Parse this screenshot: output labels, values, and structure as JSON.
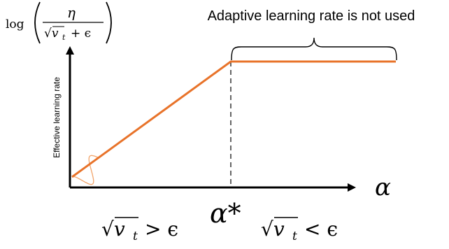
{
  "y_axis_expression": {
    "log": "log",
    "numerator": "η",
    "denominator": "√v",
    "denominator_sub": "t",
    "denominator_rest": "+ ϵ"
  },
  "y_axis_label": "Effective learning rate",
  "x_axis_symbol": "α",
  "threshold_symbol": "α*",
  "bracket_annotation": "Adaptive learning rate is not used",
  "regions": {
    "left": {
      "root": "√v",
      "sub": "t",
      "relation": "> ϵ"
    },
    "right": {
      "root": "√v",
      "sub": "t",
      "relation": "< ϵ"
    }
  },
  "colors": {
    "curve": "#E8732A",
    "wave": "#F2A46A",
    "axis": "#000000",
    "threshold_line": "#333333"
  },
  "styles": {
    "threshold_line": "dashed",
    "bracket": "curly brace spanning the flat segment"
  }
}
